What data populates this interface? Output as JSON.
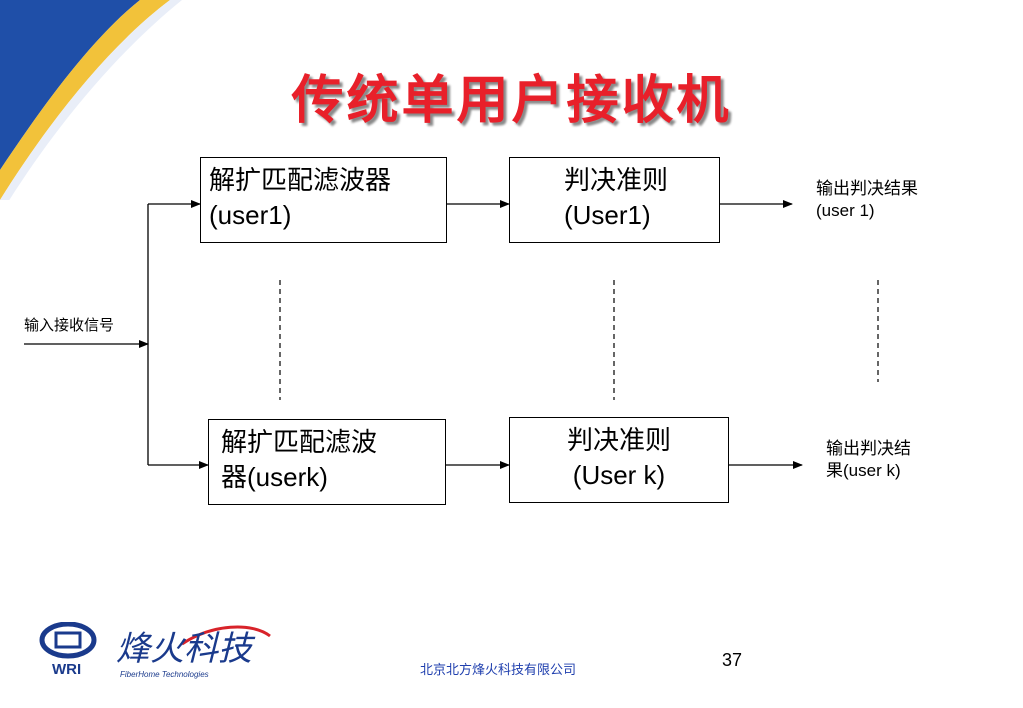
{
  "title": "传统单用户接收机",
  "input_label": "输入接收信号",
  "blocks": {
    "filter1": {
      "line1": "解扩匹配滤波器",
      "line2": "(user1)"
    },
    "decision1": {
      "line1": "判决准则",
      "line2": "(User1)"
    },
    "filterk": {
      "line1": "解扩匹配滤波",
      "line2a": "器",
      "line2b": "(userk)"
    },
    "decisionk": {
      "line1": "判决准则",
      "line2": "(User k)"
    }
  },
  "outputs": {
    "out1": {
      "line1": "输出判决结果",
      "line2": "(user 1)"
    },
    "outk": {
      "line1": "输出判决结",
      "line2a": "果",
      "line2b": "(user k)"
    }
  },
  "footer": {
    "company": "北京北方烽火科技有限公司",
    "page_number": "37",
    "logo_wri_text": "WRI",
    "logo_fiberhome_cn": "烽火科技",
    "logo_fiberhome_en": "FiberHome Technologies"
  },
  "colors": {
    "title_red": "#e8202a",
    "corner_blue": "#1f4fa8",
    "corner_gold": "#f2c23a",
    "footer_blue": "#1f3fae"
  }
}
